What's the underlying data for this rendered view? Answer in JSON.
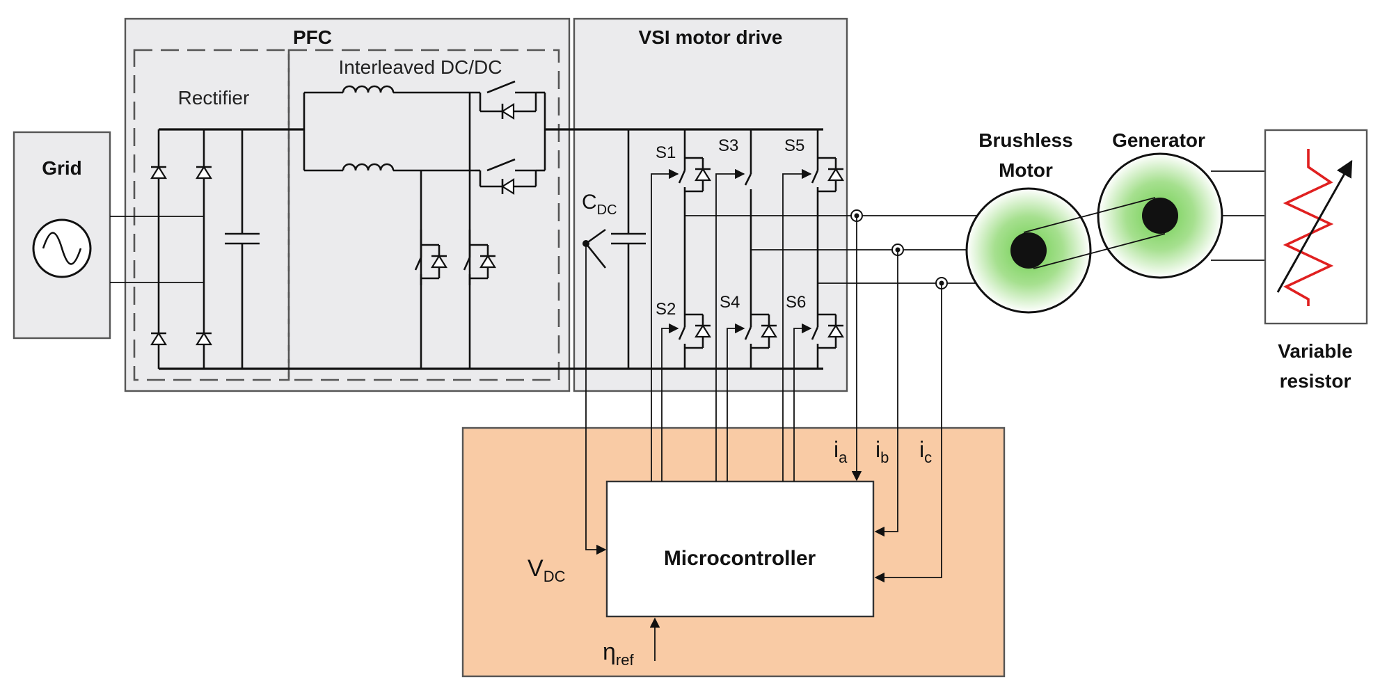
{
  "blocks": {
    "grid": "Grid",
    "pfc": "PFC",
    "rectifier": "Rectifier",
    "interleaved": "Interleaved DC/DC",
    "vsi": "VSI motor drive",
    "motor_line1": "Brushless",
    "motor_line2": "Motor",
    "generator": "Generator",
    "resistor_line1": "Variable",
    "resistor_line2": "resistor",
    "microcontroller": "Microcontroller"
  },
  "labels": {
    "cdc_main": "C",
    "cdc_sub": "DC",
    "vdc_main": "V",
    "vdc_sub": "DC",
    "switches": [
      "S1",
      "S2",
      "S3",
      "S4",
      "S5",
      "S6"
    ],
    "ia_main": "i",
    "ia_sub": "a",
    "ib_main": "i",
    "ib_sub": "b",
    "ic_main": "i",
    "ic_sub": "c",
    "eta_main": "η",
    "eta_sub": "ref"
  },
  "colors": {
    "block_fill": "#ebebed",
    "control_fill": "#f9cba5",
    "rotor_green": "#6fce4f",
    "resistor_red": "#e02020",
    "wire": "#111111"
  }
}
